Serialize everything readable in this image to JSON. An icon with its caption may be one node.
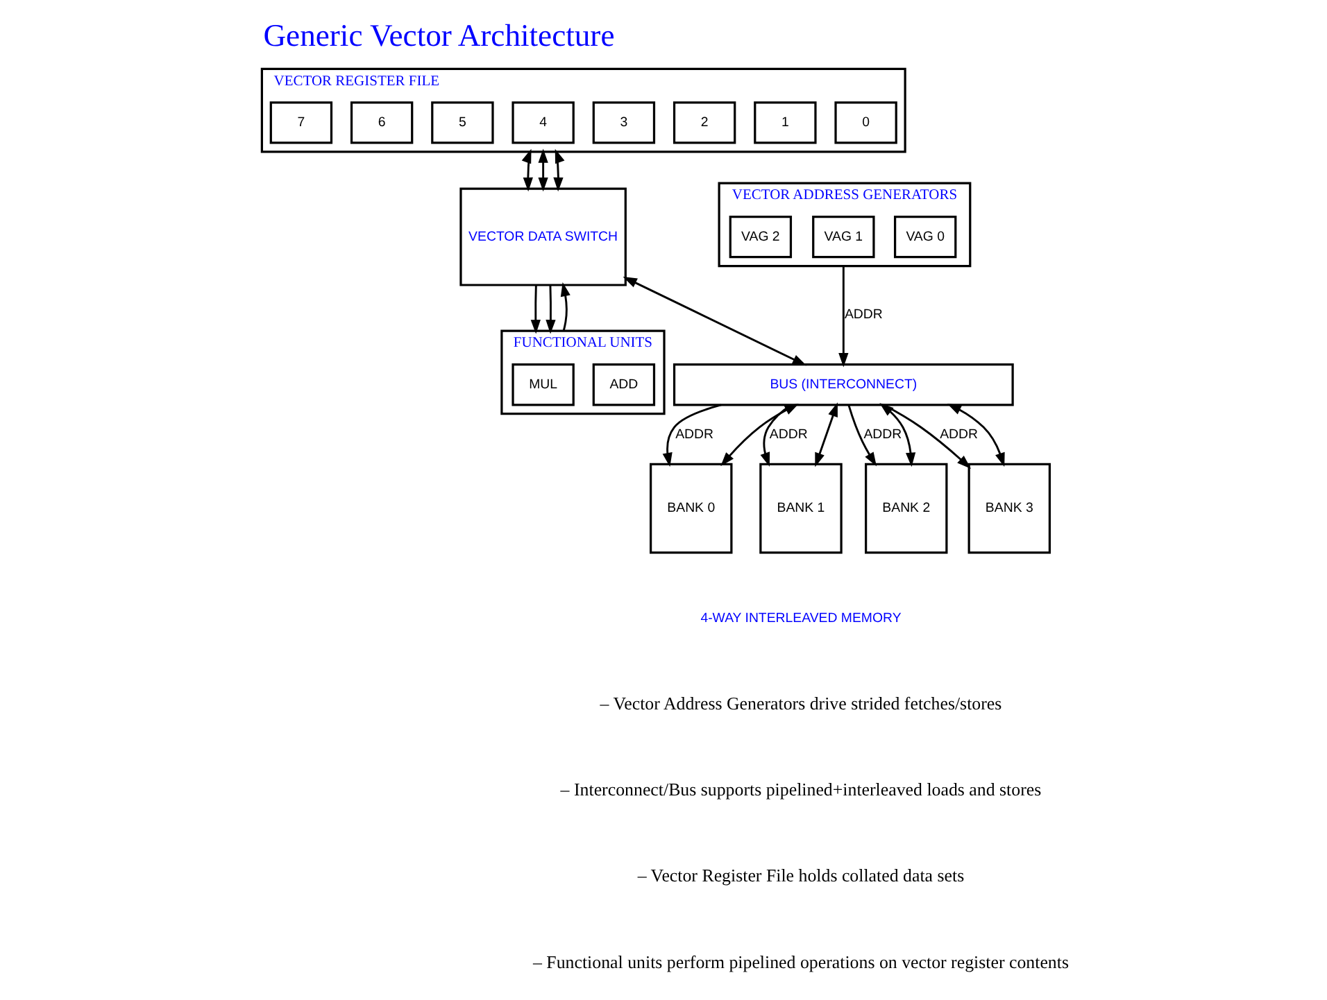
{
  "diagram": {
    "title": "Generic Vector Architecture",
    "nodes": [
      {
        "text": [
          "VECTOR REGISTER FILE"
        ]
      },
      {
        "text": [
          "0"
        ],
        "in": 0
      },
      {
        "text": [
          "1"
        ],
        "in": 0
      },
      {
        "text": [
          "2"
        ],
        "in": 0
      },
      {
        "text": [
          "3"
        ],
        "in": 0
      },
      {
        "text": [
          "4"
        ],
        "in": 0
      },
      {
        "text": [
          "5"
        ],
        "in": 0
      },
      {
        "text": [
          "6"
        ],
        "in": 0
      },
      {
        "text": [
          "7"
        ],
        "in": 0
      },
      {
        "text": [
          "VECTOR DATA SWITCH"
        ]
      },
      {
        "text": [
          "FUNCTIONAL UNITS"
        ]
      },
      {
        "text": [
          "ADD"
        ],
        "in": 10
      },
      {
        "text": [
          "MUL"
        ],
        "in": 10
      },
      {
        "text": [
          "VECTOR ADDRESS GENERATORS"
        ]
      },
      {
        "text": [
          "VAG 0"
        ],
        "in": 13
      },
      {
        "text": [
          "VAG 1"
        ],
        "in": 13
      },
      {
        "text": [
          "VAG 2"
        ],
        "in": 13
      },
      {
        "text": [
          "BUS (INTERCONNECT)"
        ]
      },
      {
        "text": [
          "BANK 0"
        ]
      },
      {
        "text": [
          "BANK 1"
        ]
      },
      {
        "text": [
          "BANK 2"
        ]
      },
      {
        "text": [
          "BANK 3"
        ]
      }
    ],
    "edges": [
      {
        "from": 0,
        "to": 9,
        "arrow": "both"
      },
      {
        "from": 0,
        "to": 9,
        "arrow": "both"
      },
      {
        "from": 0,
        "to": 9,
        "arrow": "both"
      },
      {
        "from": 9,
        "to": 10,
        "arrow": "to"
      },
      {
        "from": 9,
        "to": 10,
        "arrow": "to"
      },
      {
        "from": 10,
        "to": 9,
        "arrow": "to"
      },
      {
        "from": 9,
        "to": 17,
        "arrow": "both"
      },
      {
        "from": 13,
        "to": 17,
        "arrow": "to",
        "label": "ADDR"
      },
      {
        "from": 17,
        "to": 18,
        "arrow": "to",
        "label": "ADDR"
      },
      {
        "from": 17,
        "to": 18,
        "arrow": "both"
      },
      {
        "from": 17,
        "to": 19,
        "arrow": "to",
        "label": "ADDR"
      },
      {
        "from": 17,
        "to": 19,
        "arrow": "both"
      },
      {
        "from": 17,
        "to": 20,
        "arrow": "to",
        "label": "ADDR"
      },
      {
        "from": 17,
        "to": 20,
        "arrow": "both"
      },
      {
        "from": 17,
        "to": 21,
        "arrow": "to",
        "label": "ADDR"
      },
      {
        "from": 17,
        "to": 21,
        "arrow": "both"
      }
    ],
    "labels": [
      "4-WAY INTERLEAVED MEMORY",
      "– Vector Address Generators drive strided fetches/stores",
      "– Interconnect/Bus supports pipelined+interleaved loads and stores",
      "– Vector Register File holds collated data sets",
      "– Functional units perform pipelined operations on vector register contents"
    ]
  }
}
